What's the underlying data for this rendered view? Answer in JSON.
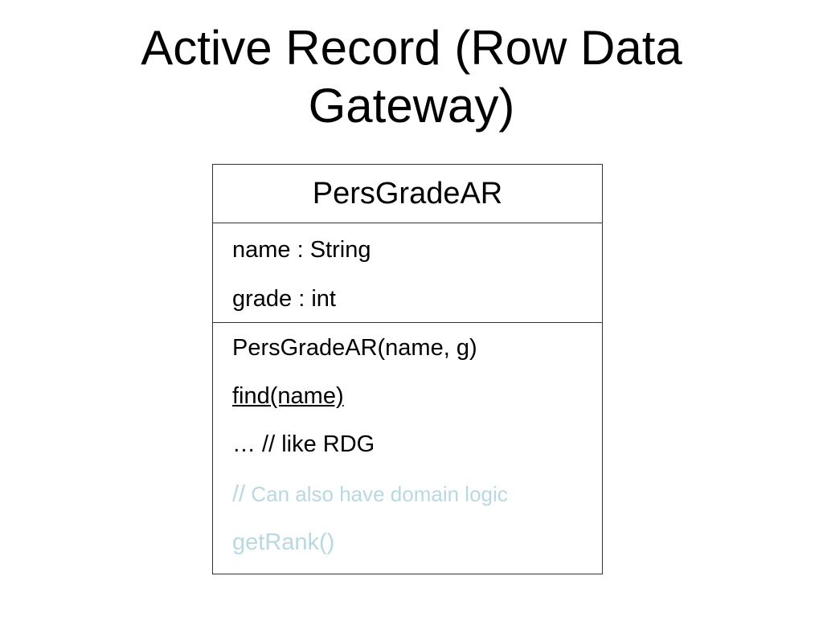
{
  "slide": {
    "title_line1": "Active Record (Row Data",
    "title_line2": "Gateway)"
  },
  "uml_class": {
    "name": "PersGradeAR",
    "attributes": [
      "name : String",
      "grade : int"
    ],
    "methods": [
      "PersGradeAR(name, g)",
      "find(name)",
      "… // like RDG"
    ],
    "comment_slashes": "//",
    "comment_text": " Can also have domain logic",
    "extra_method": "getRank()",
    "muted_color": "#b9d8e0"
  }
}
